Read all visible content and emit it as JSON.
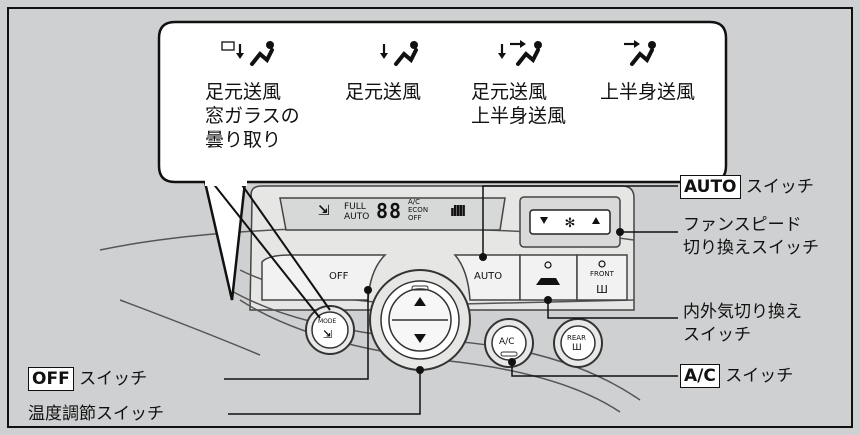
{
  "modes": [
    {
      "id": "floor-defrost",
      "lines": [
        "足元送風",
        "窓ガラスの",
        "曇り取り"
      ]
    },
    {
      "id": "floor",
      "lines": [
        "足元送風"
      ]
    },
    {
      "id": "floor-upper",
      "lines": [
        "足元送風",
        "上半身送風"
      ]
    },
    {
      "id": "upper",
      "lines": [
        "上半身送風"
      ]
    }
  ],
  "panel": {
    "display_full": "FULL",
    "display_auto": "AUTO",
    "display_digits": "88",
    "display_ac": "A/C",
    "display_econ": "ECON",
    "display_off": "OFF",
    "off_button": "OFF",
    "auto_button": "AUTO",
    "front_button": "FRONT",
    "mode_button": "MODE",
    "ac_button": "A/C",
    "rear_button": "REAR"
  },
  "callouts": {
    "auto_key": "AUTO",
    "auto_rest": "スイッチ",
    "fan_line1": "ファンスピード",
    "fan_line2": "切り換えスイッチ",
    "recirc_line1": "内外気切り換え",
    "recirc_line2": "スイッチ",
    "ac_key": "A/C",
    "ac_rest": "スイッチ",
    "off_key": "OFF",
    "off_rest": "スイッチ",
    "temp": "温度調節スイッチ"
  },
  "colors": {
    "background": "#cfd0d1",
    "panel": "#e4e4e3",
    "line": "#111111"
  }
}
